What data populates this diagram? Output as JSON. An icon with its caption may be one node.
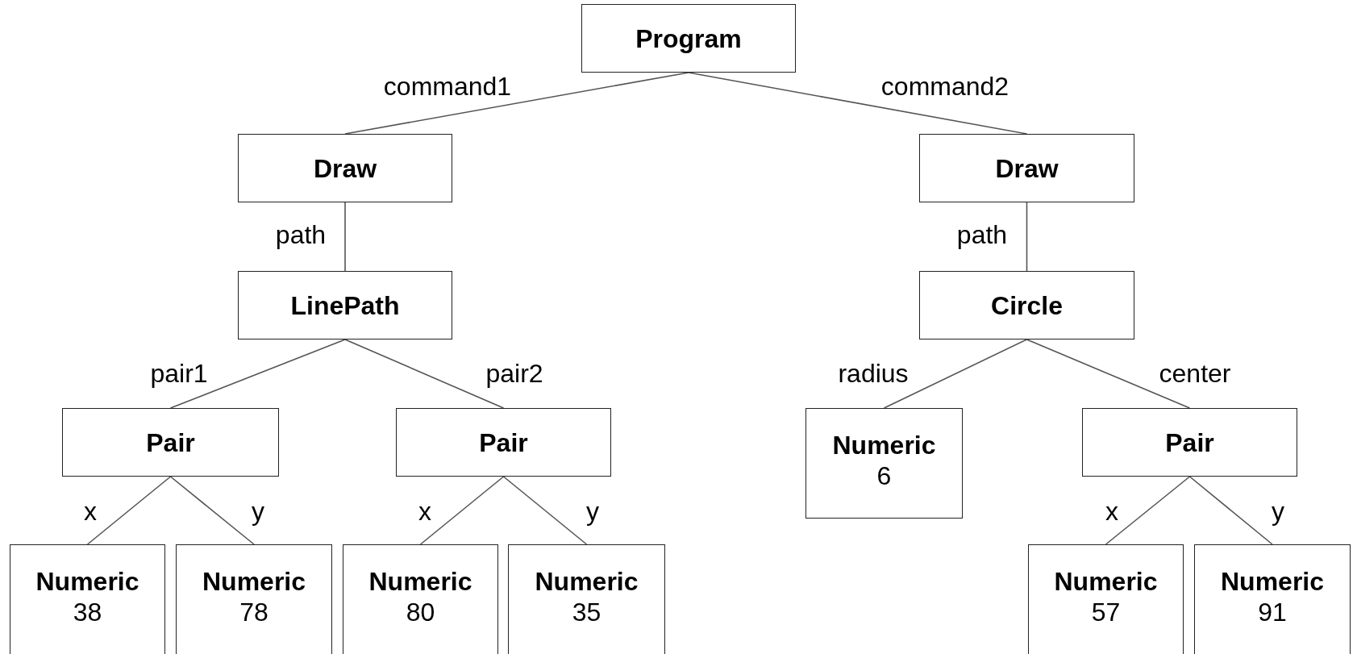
{
  "diagram": {
    "nodes": [
      {
        "text": [
          "Program"
        ]
      },
      {
        "text": [
          "Draw"
        ]
      },
      {
        "text": [
          "Draw"
        ]
      },
      {
        "text": [
          "LinePath"
        ]
      },
      {
        "text": [
          "Circle"
        ]
      },
      {
        "text": [
          "Pair"
        ]
      },
      {
        "text": [
          "Pair"
        ]
      },
      {
        "text": [
          "Numeric",
          "6"
        ]
      },
      {
        "text": [
          "Pair"
        ]
      },
      {
        "text": [
          "Numeric",
          "38"
        ]
      },
      {
        "text": [
          "Numeric",
          "78"
        ]
      },
      {
        "text": [
          "Numeric",
          "80"
        ]
      },
      {
        "text": [
          "Numeric",
          "35"
        ]
      },
      {
        "text": [
          "Numeric",
          "57"
        ]
      },
      {
        "text": [
          "Numeric",
          "91"
        ]
      }
    ],
    "edges": [
      {
        "from": 0,
        "to": 1,
        "arrow": "none",
        "label": "command1"
      },
      {
        "from": 0,
        "to": 2,
        "arrow": "none",
        "label": "command2"
      },
      {
        "from": 1,
        "to": 3,
        "arrow": "none",
        "label": "path"
      },
      {
        "from": 2,
        "to": 4,
        "arrow": "none",
        "label": "path"
      },
      {
        "from": 3,
        "to": 5,
        "arrow": "none",
        "label": "pair1"
      },
      {
        "from": 3,
        "to": 6,
        "arrow": "none",
        "label": "pair2"
      },
      {
        "from": 4,
        "to": 7,
        "arrow": "none",
        "label": "radius"
      },
      {
        "from": 4,
        "to": 8,
        "arrow": "none",
        "label": "center"
      },
      {
        "from": 5,
        "to": 9,
        "arrow": "none",
        "label": "x"
      },
      {
        "from": 5,
        "to": 10,
        "arrow": "none",
        "label": "y"
      },
      {
        "from": 6,
        "to": 11,
        "arrow": "none",
        "label": "x"
      },
      {
        "from": 6,
        "to": 12,
        "arrow": "none",
        "label": "y"
      },
      {
        "from": 8,
        "to": 13,
        "arrow": "none",
        "label": "x"
      },
      {
        "from": 8,
        "to": 14,
        "arrow": "none",
        "label": "y"
      }
    ]
  }
}
